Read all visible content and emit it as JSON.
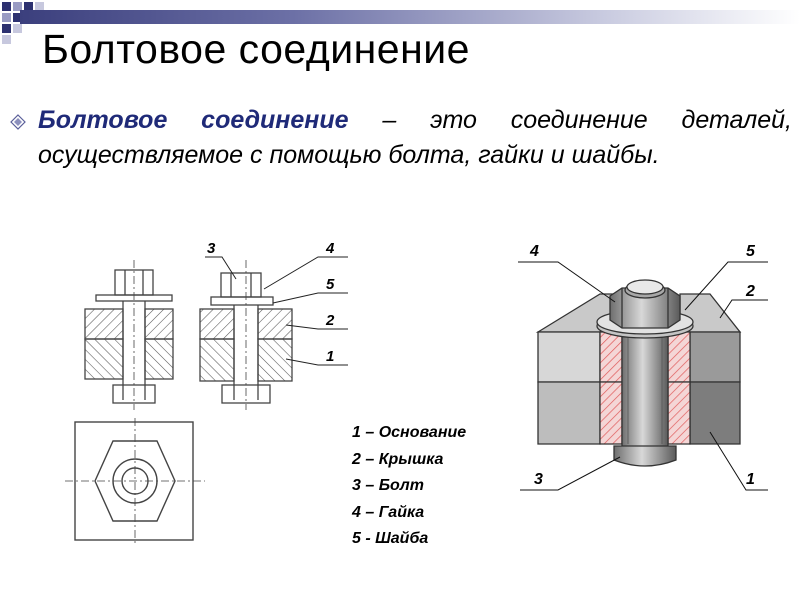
{
  "slide": {
    "title": "Болтовое соединение",
    "definition": {
      "term": "Болтовое соединение",
      "text": " – это соединение деталей, осуществляемое с помощью болта, гайки и шайбы."
    },
    "legend": [
      "1 – Основание",
      "2 – Крышка",
      "3 – Болт",
      "4 – Гайка",
      "5 - Шайба"
    ]
  },
  "drawing": {
    "labels": {
      "n1": "1",
      "n2": "2",
      "n3": "3",
      "n4": "4",
      "n5": "5"
    }
  },
  "iso_view": {
    "labels": {
      "n1": "1",
      "n2": "2",
      "n3": "3",
      "n4": "4",
      "n5": "5"
    }
  },
  "colors": {
    "title_bar": "#3b3f7d",
    "term": "#1f2a78",
    "section_hatch": "#e05a5a",
    "block_light": "#d9d9d9",
    "block_dark": "#8a8a8a"
  }
}
